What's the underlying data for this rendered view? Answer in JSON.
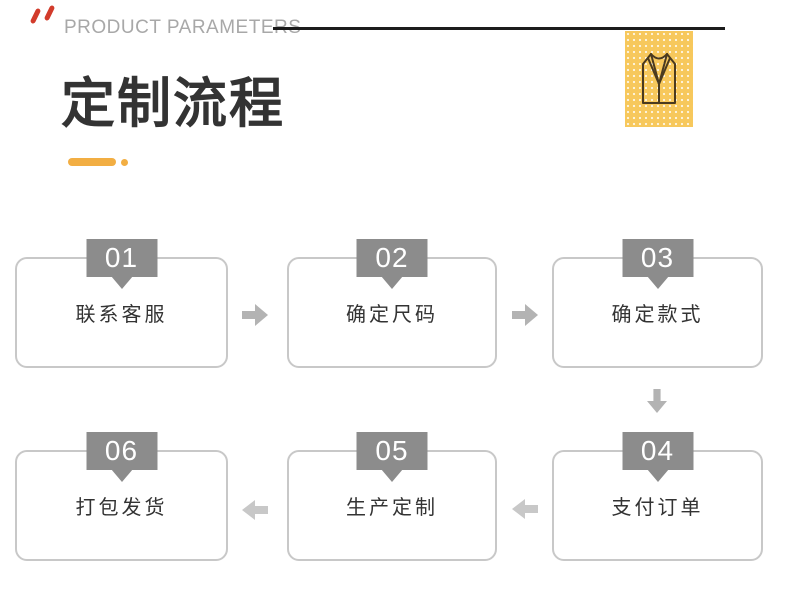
{
  "header": {
    "eyebrow": "PRODUCT PARAMETERS",
    "title": "定制流程"
  },
  "flow": {
    "steps": [
      {
        "num": "01",
        "label": "联系客服"
      },
      {
        "num": "02",
        "label": "确定尺码"
      },
      {
        "num": "03",
        "label": "确定款式"
      },
      {
        "num": "04",
        "label": "支付订单"
      },
      {
        "num": "05",
        "label": "生产定制"
      },
      {
        "num": "06",
        "label": "打包发货"
      }
    ],
    "connectors": [
      "right",
      "right",
      "down",
      "left",
      "left"
    ]
  },
  "icons": {
    "badge_icon": "vest-icon",
    "connector_right": "arrow-right-icon",
    "connector_down": "arrow-down-icon",
    "connector_left": "arrow-left-icon"
  },
  "colors": {
    "accent-yellow": "#F2AE43",
    "badge-yellow": "#F7C85C",
    "tag-gray": "#8C8C8C",
    "arrow-gray": "#B3B3B3",
    "arrow-gray-light": "#C8C8C8",
    "border-gray": "#C8C8C8",
    "title-dark": "#333333",
    "eyebrow-gray": "#A8A8A8",
    "line-black": "#1C1C1C",
    "red-accent": "#D23B2B",
    "vest-stroke": "#4A3A1F"
  }
}
